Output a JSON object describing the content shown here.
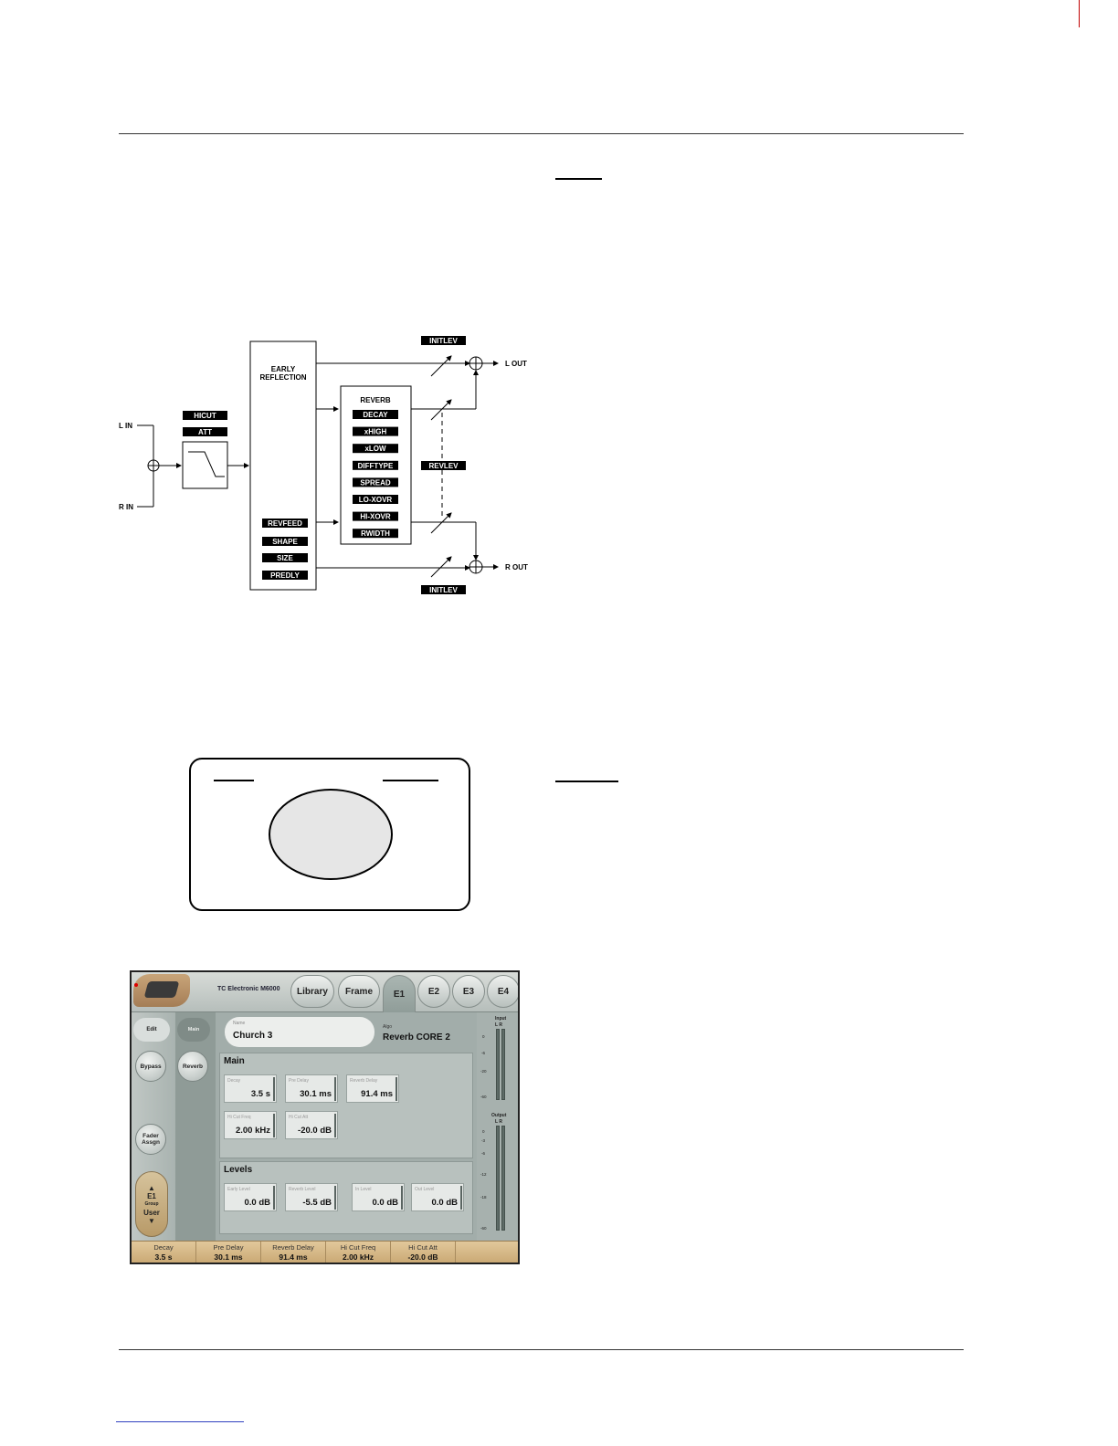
{
  "diagram": {
    "l_in": "L IN",
    "r_in": "R IN",
    "hicut": "HICUT",
    "att": "ATT",
    "early_reflection_line1": "EARLY",
    "early_reflection_line2": "REFLECTION",
    "revfeed": "REVFEED",
    "shape": "SHAPE",
    "size": "SIZE",
    "predly": "PREDLY",
    "reverb": "REVERB",
    "reverb_params": [
      "DECAY",
      "xHIGH",
      "xLOW",
      "DIFFTYPE",
      "SPREAD",
      "LO-XOVR",
      "HI-XOVR",
      "RWIDTH"
    ],
    "initlev_top": "INITLEV",
    "initlev_bottom": "INITLEV",
    "revlev": "REVLEV",
    "l_out": "L OUT",
    "r_out": "R OUT"
  },
  "screen": {
    "brand": "TC Electronic M6000",
    "tabs": [
      "Library",
      "Frame",
      "E1",
      "E2",
      "E3",
      "E4"
    ],
    "active_tab": "E1",
    "left_buttons": {
      "edit": "Edit",
      "bypass": "Bypass",
      "fader_line1": "Fader",
      "fader_line2": "Assgn",
      "group_top": "E1",
      "group_mid": "Group",
      "group_bottom": "User"
    },
    "page_tab": "Main",
    "reverb_button": "Reverb",
    "name_label": "Name",
    "name_value": "Church 3",
    "algo_label": "Algo",
    "algo_value": "Reverb CORE 2",
    "main_panel": {
      "title": "Main",
      "params": [
        {
          "label": "Decay",
          "value": "3.5 s"
        },
        {
          "label": "Pre Delay",
          "value": "30.1 ms"
        },
        {
          "label": "Reverb Delay",
          "value": "91.4 ms"
        },
        {
          "label": "Hi Cut Freq",
          "value": "2.00 kHz"
        },
        {
          "label": "Hi Cut Att",
          "value": "-20.0 dB"
        }
      ]
    },
    "levels_panel": {
      "title": "Levels",
      "params": [
        {
          "label": "Early Level",
          "value": "0.0 dB"
        },
        {
          "label": "Reverb Level",
          "value": "-5.5 dB"
        },
        {
          "label": "In Level",
          "value": "0.0 dB"
        },
        {
          "label": "Out Level",
          "value": "0.0 dB"
        }
      ]
    },
    "meters": {
      "input_title": "Input",
      "output_title": "Output",
      "lr": "L  R",
      "input_ticks": [
        "0",
        "-6",
        "-20",
        "-60"
      ],
      "output_ticks": [
        "0",
        "-3",
        "-6",
        "-12",
        "-18",
        "-60"
      ]
    },
    "bottom": [
      {
        "label": "Decay",
        "value": "3.5 s"
      },
      {
        "label": "Pre Delay",
        "value": "30.1 ms"
      },
      {
        "label": "Reverb Delay",
        "value": "91.4 ms"
      },
      {
        "label": "Hi Cut Freq",
        "value": "2.00 kHz"
      },
      {
        "label": "Hi Cut Att",
        "value": "-20.0 dB"
      }
    ]
  }
}
